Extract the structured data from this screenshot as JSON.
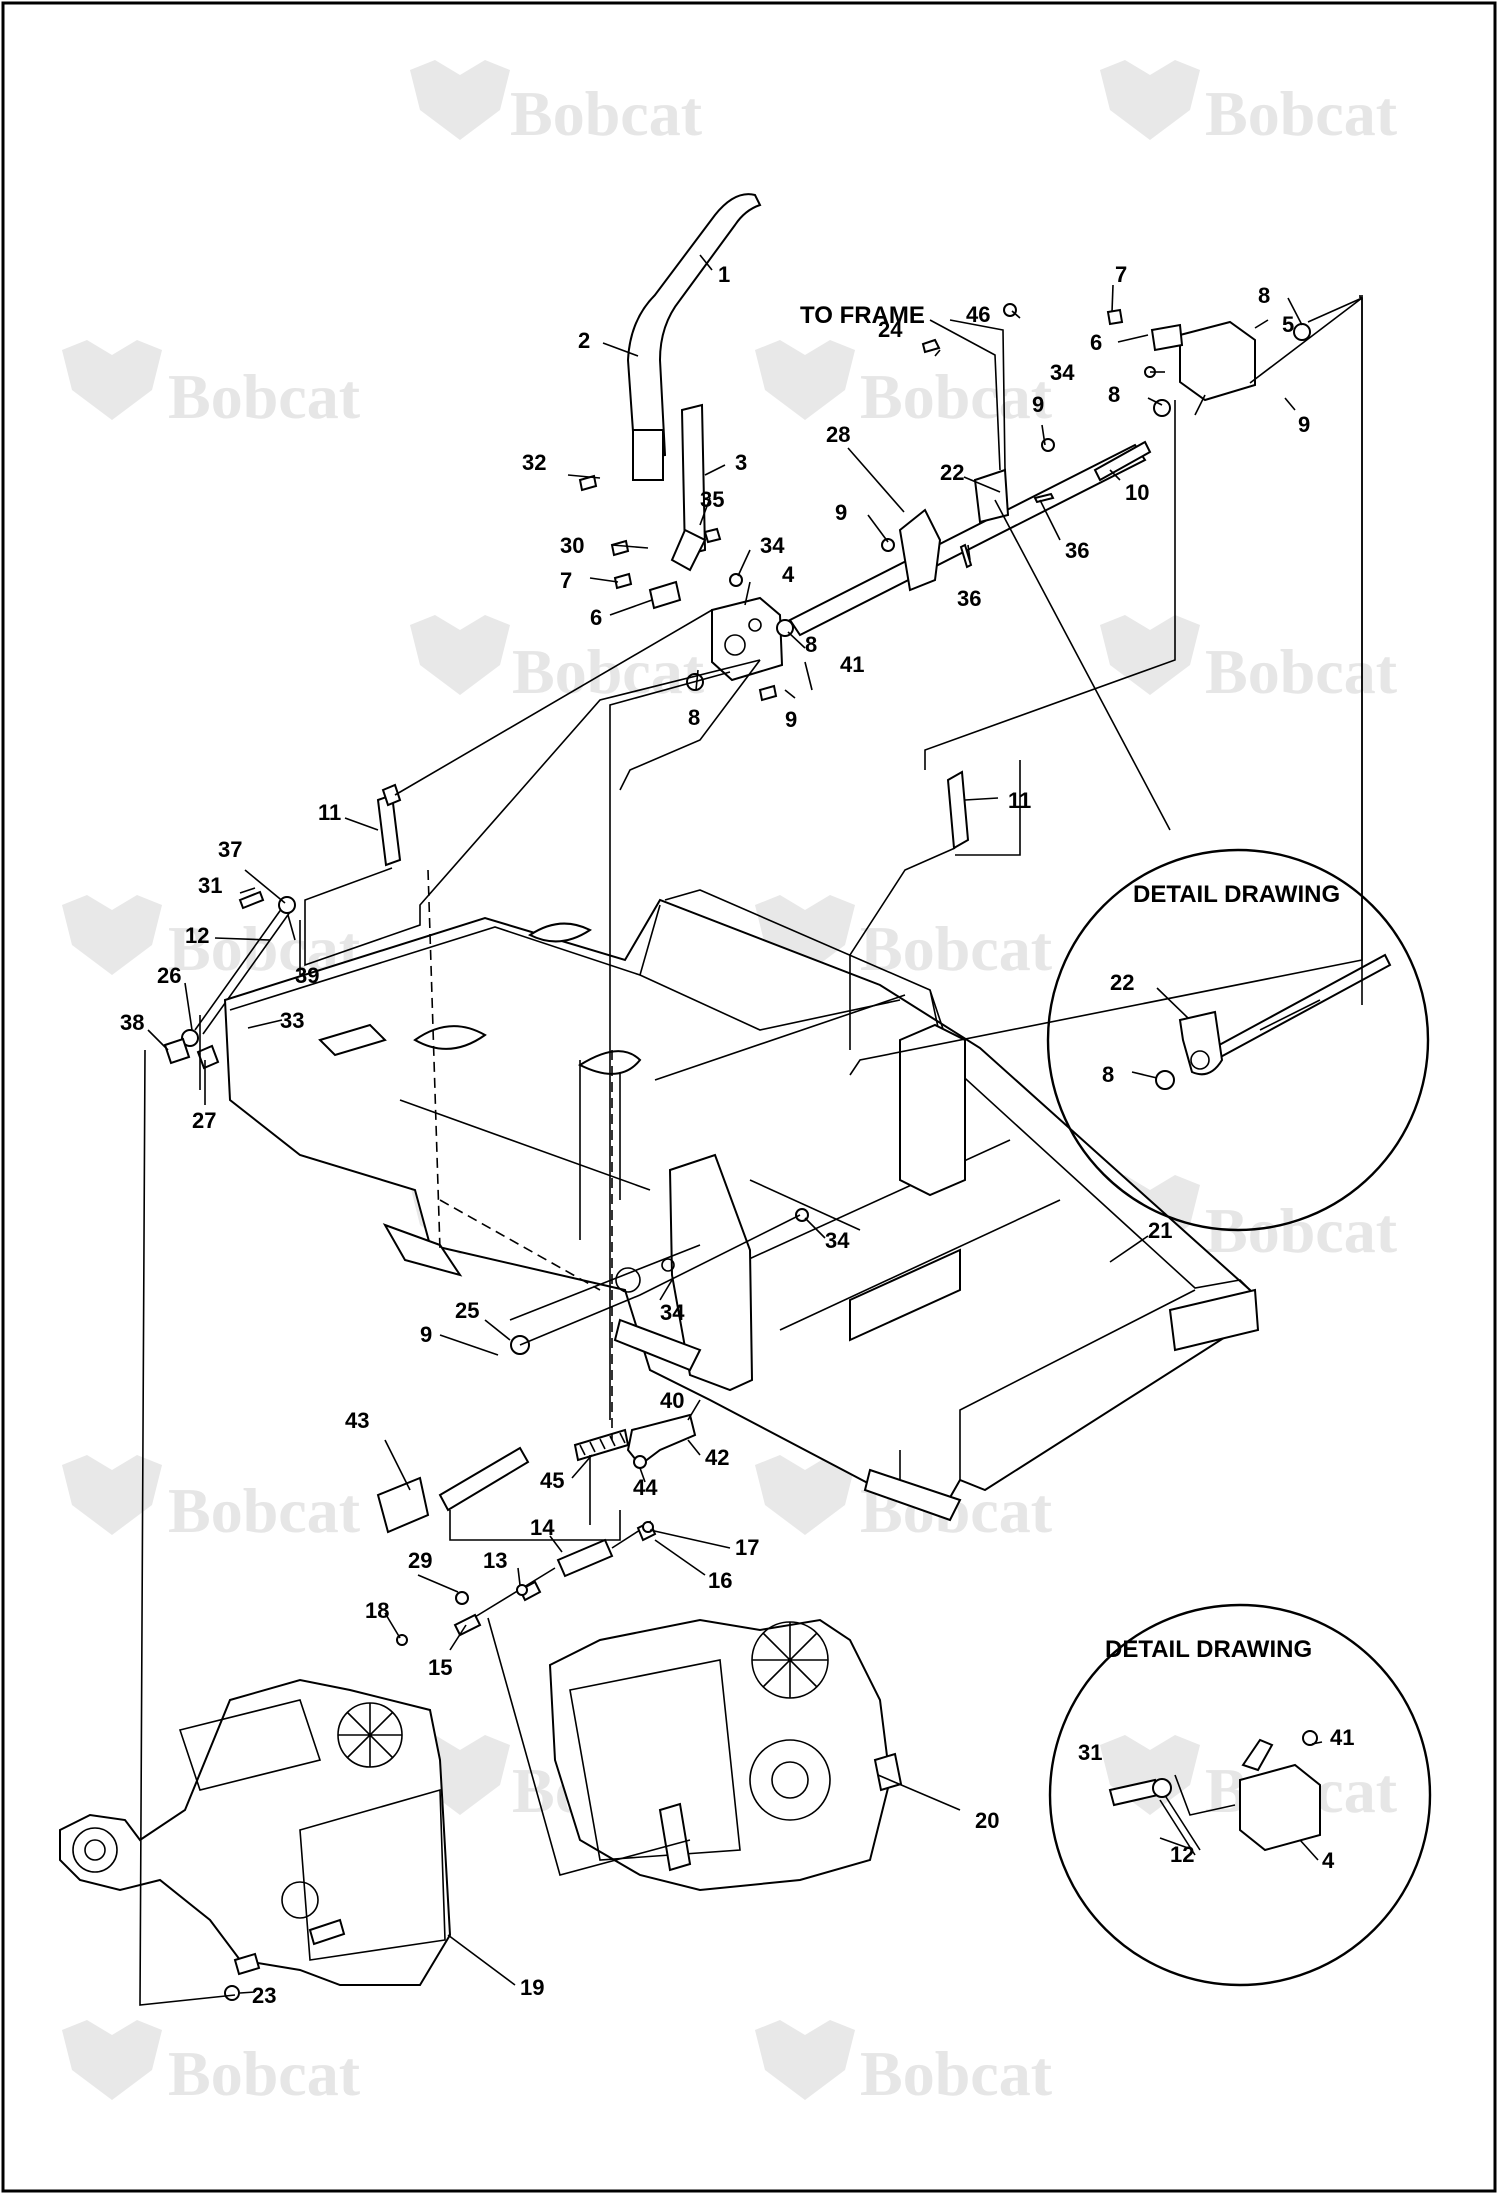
{
  "watermark": {
    "brand": "Bobcat"
  },
  "headings": {
    "to_frame": "TO FRAME"
  },
  "detail_top": {
    "title": "DETAIL DRAWING",
    "labels": [
      "22",
      "8"
    ]
  },
  "detail_bottom": {
    "title": "DETAIL DRAWING",
    "labels": [
      "31",
      "41",
      "12",
      "4"
    ]
  },
  "callouts": [
    {
      "id": "c1",
      "text": "1"
    },
    {
      "id": "c2",
      "text": "2"
    },
    {
      "id": "c32",
      "text": "32"
    },
    {
      "id": "c3",
      "text": "3"
    },
    {
      "id": "c35",
      "text": "35"
    },
    {
      "id": "c30",
      "text": "30"
    },
    {
      "id": "c34a",
      "text": "34"
    },
    {
      "id": "c7a",
      "text": "7"
    },
    {
      "id": "c4",
      "text": "4"
    },
    {
      "id": "c6a",
      "text": "6"
    },
    {
      "id": "c8a",
      "text": "8"
    },
    {
      "id": "c41",
      "text": "41"
    },
    {
      "id": "c8b",
      "text": "8"
    },
    {
      "id": "c9a",
      "text": "9"
    },
    {
      "id": "c28",
      "text": "28"
    },
    {
      "id": "c9b",
      "text": "9"
    },
    {
      "id": "c22",
      "text": "22"
    },
    {
      "id": "c36a",
      "text": "36"
    },
    {
      "id": "c36b",
      "text": "36"
    },
    {
      "id": "c24",
      "text": "24"
    },
    {
      "id": "c46",
      "text": "46"
    },
    {
      "id": "c9c",
      "text": "9"
    },
    {
      "id": "c10",
      "text": "10"
    },
    {
      "id": "c7b",
      "text": "7"
    },
    {
      "id": "c6b",
      "text": "6"
    },
    {
      "id": "c34b",
      "text": "34"
    },
    {
      "id": "c8c",
      "text": "8"
    },
    {
      "id": "c8d",
      "text": "8"
    },
    {
      "id": "c5",
      "text": "5"
    },
    {
      "id": "c9d",
      "text": "9"
    },
    {
      "id": "c11a",
      "text": "11"
    },
    {
      "id": "c11b",
      "text": "11"
    },
    {
      "id": "c37",
      "text": "37"
    },
    {
      "id": "c31",
      "text": "31"
    },
    {
      "id": "c12",
      "text": "12"
    },
    {
      "id": "c39",
      "text": "39"
    },
    {
      "id": "c26",
      "text": "26"
    },
    {
      "id": "c33",
      "text": "33"
    },
    {
      "id": "c38",
      "text": "38"
    },
    {
      "id": "c27",
      "text": "27"
    },
    {
      "id": "c34c",
      "text": "34"
    },
    {
      "id": "c21",
      "text": "21"
    },
    {
      "id": "c34d",
      "text": "34"
    },
    {
      "id": "c25",
      "text": "25"
    },
    {
      "id": "c9e",
      "text": "9"
    },
    {
      "id": "c43",
      "text": "43"
    },
    {
      "id": "c40",
      "text": "40"
    },
    {
      "id": "c42",
      "text": "42"
    },
    {
      "id": "c45",
      "text": "45"
    },
    {
      "id": "c44",
      "text": "44"
    },
    {
      "id": "c14",
      "text": "14"
    },
    {
      "id": "c17",
      "text": "17"
    },
    {
      "id": "c29",
      "text": "29"
    },
    {
      "id": "c13",
      "text": "13"
    },
    {
      "id": "c16",
      "text": "16"
    },
    {
      "id": "c18",
      "text": "18"
    },
    {
      "id": "c15",
      "text": "15"
    },
    {
      "id": "c20",
      "text": "20"
    },
    {
      "id": "c23",
      "text": "23"
    },
    {
      "id": "c19",
      "text": "19"
    }
  ]
}
